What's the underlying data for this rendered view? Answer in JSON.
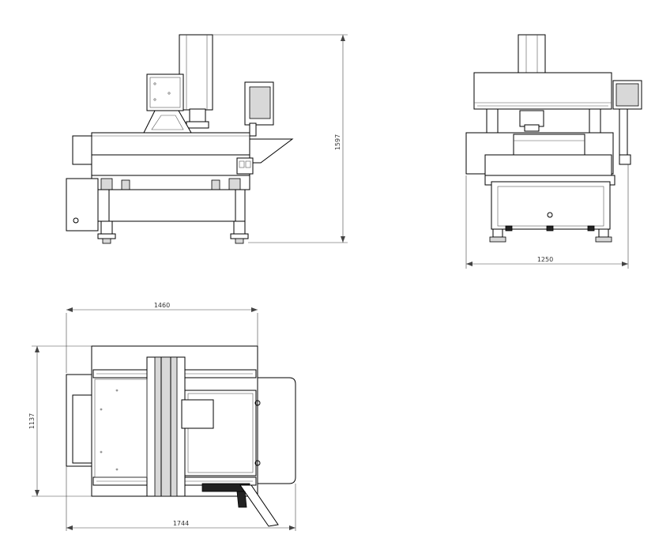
{
  "dimensions": {
    "side_height": "1597",
    "front_width": "1250",
    "top_width": "1460",
    "top_depth": "1137",
    "top_overall": "1744"
  }
}
